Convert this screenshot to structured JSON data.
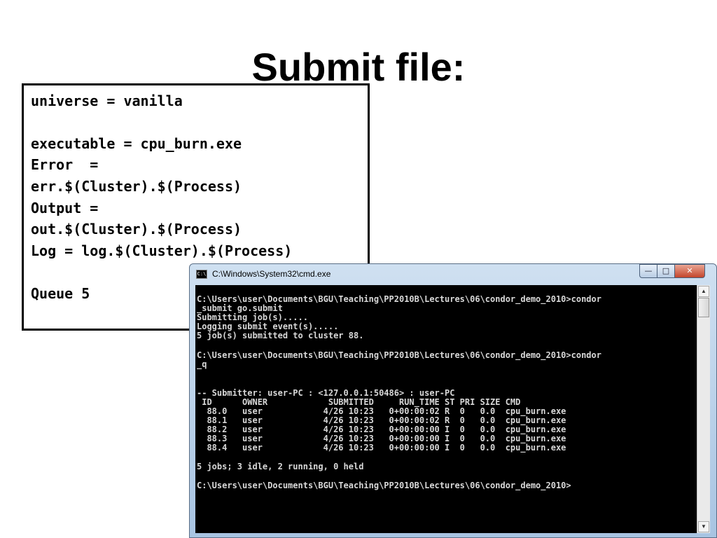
{
  "slide": {
    "title": "Submit file:"
  },
  "submit_file": {
    "lines": [
      "universe = vanilla",
      "",
      "executable = cpu_burn.exe",
      "Error  =",
      "err.$(Cluster).$(Process)",
      "Output =",
      "out.$(Cluster).$(Process)",
      "Log = log.$(Cluster).$(Process)",
      "",
      "Queue 5"
    ]
  },
  "cmd_window": {
    "title": "C:\\Windows\\System32\\cmd.exe",
    "icon": "cmd-icon",
    "buttons": {
      "minimize": "—",
      "maximize": "□",
      "close": "✕"
    },
    "lines": [
      "",
      "C:\\Users\\user\\Documents\\BGU\\Teaching\\PP2010B\\Lectures\\06\\condor_demo_2010>condor",
      "_submit go.submit",
      "Submitting job(s).....",
      "Logging submit event(s).....",
      "5 job(s) submitted to cluster 88.",
      "",
      "C:\\Users\\user\\Documents\\BGU\\Teaching\\PP2010B\\Lectures\\06\\condor_demo_2010>condor",
      "_q",
      "",
      "",
      "-- Submitter: user-PC : <127.0.0.1:50486> : user-PC",
      " ID      OWNER            SUBMITTED     RUN_TIME ST PRI SIZE CMD",
      "  88.0   user            4/26 10:23   0+00:00:02 R  0   0.0  cpu_burn.exe",
      "  88.1   user            4/26 10:23   0+00:00:02 R  0   0.0  cpu_burn.exe",
      "  88.2   user            4/26 10:23   0+00:00:00 I  0   0.0  cpu_burn.exe",
      "  88.3   user            4/26 10:23   0+00:00:00 I  0   0.0  cpu_burn.exe",
      "  88.4   user            4/26 10:23   0+00:00:00 I  0   0.0  cpu_burn.exe",
      "",
      "5 jobs; 3 idle, 2 running, 0 held",
      "",
      "C:\\Users\\user\\Documents\\BGU\\Teaching\\PP2010B\\Lectures\\06\\condor_demo_2010>"
    ]
  }
}
